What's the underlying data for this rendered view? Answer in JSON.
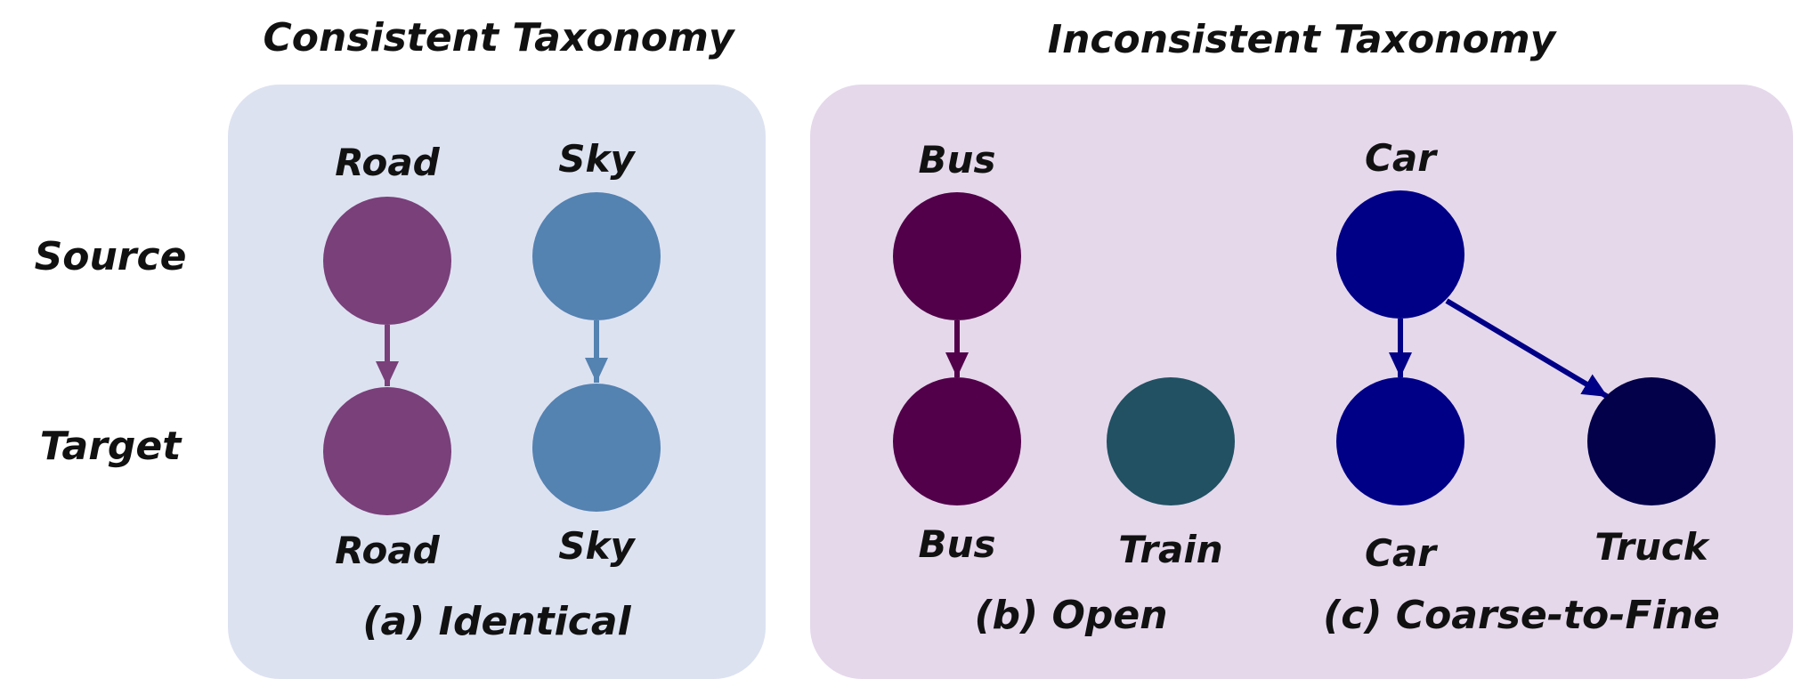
{
  "headings": {
    "consistent": "Consistent Taxonomy",
    "inconsistent": "Inconsistent Taxonomy"
  },
  "rows": {
    "source": "Source",
    "target": "Target"
  },
  "panels": {
    "consistent_fill": "#dde2f1",
    "inconsistent_fill": "#e5d8eb"
  },
  "captions": {
    "identical": "(a) Identical",
    "open": "(b) Open",
    "coarse_to_fine": "(c) Coarse-to-Fine"
  },
  "nodes": {
    "src_road": {
      "label": "Road",
      "color": "#79407a"
    },
    "src_sky": {
      "label": "Sky",
      "color": "#5482b1"
    },
    "tgt_road": {
      "label": "Road",
      "color": "#79407a"
    },
    "tgt_sky": {
      "label": "Sky",
      "color": "#5482b1"
    },
    "src_bus": {
      "label": "Bus",
      "color": "#510049"
    },
    "tgt_bus": {
      "label": "Bus",
      "color": "#510049"
    },
    "tgt_train": {
      "label": "Train",
      "color": "#215163"
    },
    "src_car": {
      "label": "Car",
      "color": "#000087"
    },
    "tgt_car": {
      "label": "Car",
      "color": "#000087"
    },
    "tgt_truck": {
      "label": "Truck",
      "color": "#020149"
    }
  },
  "edges": [
    {
      "from": "src_road",
      "to": "tgt_road",
      "color": "#79407a"
    },
    {
      "from": "src_sky",
      "to": "tgt_sky",
      "color": "#5482b1"
    },
    {
      "from": "src_bus",
      "to": "tgt_bus",
      "color": "#510049"
    },
    {
      "from": "src_car",
      "to": "tgt_car",
      "color": "#000087"
    },
    {
      "from": "src_car",
      "to": "tgt_truck",
      "color": "#000087"
    }
  ]
}
